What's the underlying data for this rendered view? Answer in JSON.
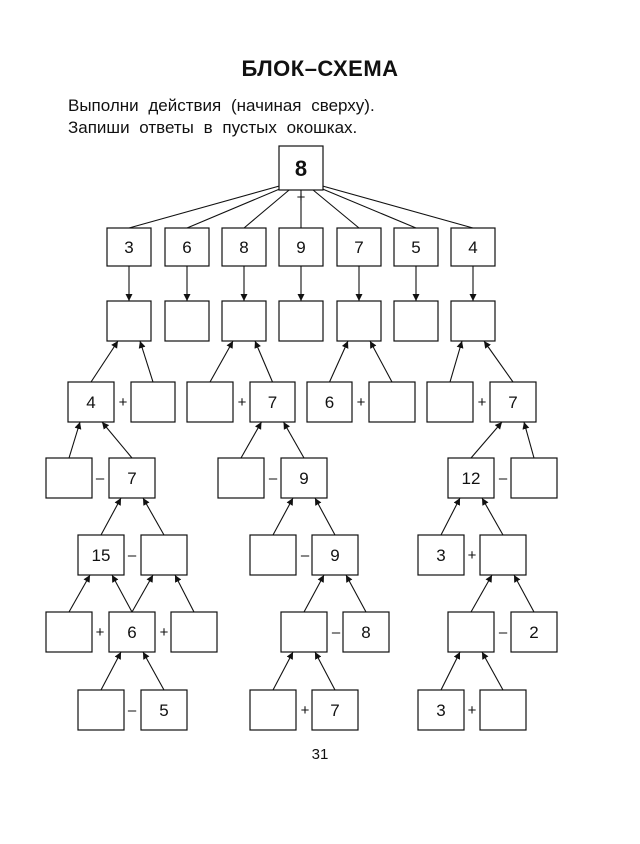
{
  "page": {
    "title": "БЛОК–СХЕМА",
    "instructions": [
      "Выполни действия (начиная сверху).",
      "Запиши ответы в пустых окошках."
    ],
    "page_number": "31"
  },
  "flowchart": {
    "boxes": [
      {
        "id": "top",
        "value": "8"
      },
      {
        "id": "r1c1",
        "value": "3"
      },
      {
        "id": "r1c2",
        "value": "6"
      },
      {
        "id": "r1c3",
        "value": "8"
      },
      {
        "id": "r1c4",
        "value": "9"
      },
      {
        "id": "r1c5",
        "value": "7"
      },
      {
        "id": "r1c6",
        "value": "5"
      },
      {
        "id": "r1c7",
        "value": "4"
      },
      {
        "id": "r2c1",
        "value": ""
      },
      {
        "id": "r2c2",
        "value": ""
      },
      {
        "id": "r2c3",
        "value": ""
      },
      {
        "id": "r2c4",
        "value": ""
      },
      {
        "id": "r2c5",
        "value": ""
      },
      {
        "id": "r2c6",
        "value": ""
      },
      {
        "id": "r2c7",
        "value": ""
      },
      {
        "id": "t1a",
        "value": "4"
      },
      {
        "id": "t1b",
        "value": ""
      },
      {
        "id": "t1c",
        "value": ""
      },
      {
        "id": "t1d",
        "value": "7"
      },
      {
        "id": "t1e",
        "value": "15"
      },
      {
        "id": "t1f",
        "value": ""
      },
      {
        "id": "t1g",
        "value": ""
      },
      {
        "id": "t1h",
        "value": "6"
      },
      {
        "id": "t1i",
        "value": ""
      },
      {
        "id": "t1j",
        "value": ""
      },
      {
        "id": "t1k",
        "value": "5"
      },
      {
        "id": "t2a",
        "value": ""
      },
      {
        "id": "t2b",
        "value": "7"
      },
      {
        "id": "t2c",
        "value": ""
      },
      {
        "id": "t2d",
        "value": "9"
      },
      {
        "id": "t2e",
        "value": ""
      },
      {
        "id": "t2f",
        "value": "9"
      },
      {
        "id": "t2g",
        "value": ""
      },
      {
        "id": "t2h",
        "value": "8"
      },
      {
        "id": "t2i",
        "value": ""
      },
      {
        "id": "t2j",
        "value": "7"
      },
      {
        "id": "t3a",
        "value": "6"
      },
      {
        "id": "t3b",
        "value": ""
      },
      {
        "id": "t4a",
        "value": ""
      },
      {
        "id": "t4b",
        "value": "7"
      },
      {
        "id": "t4c",
        "value": "12"
      },
      {
        "id": "t4d",
        "value": ""
      },
      {
        "id": "t4e",
        "value": "3"
      },
      {
        "id": "t4f",
        "value": ""
      },
      {
        "id": "t4g",
        "value": ""
      },
      {
        "id": "t4h",
        "value": "2"
      },
      {
        "id": "t4i",
        "value": "3"
      },
      {
        "id": "t4j",
        "value": ""
      }
    ],
    "operators": [
      {
        "id": "op-top",
        "symbol": "+"
      },
      {
        "id": "op-t1-1",
        "symbol": "+"
      },
      {
        "id": "op-t1-2",
        "symbol": "–"
      },
      {
        "id": "op-t1-3",
        "symbol": "–"
      },
      {
        "id": "op-t1-4",
        "symbol": "+"
      },
      {
        "id": "op-t1-5",
        "symbol": "+"
      },
      {
        "id": "op-t1-6",
        "symbol": "–"
      },
      {
        "id": "op-t2-1",
        "symbol": "+"
      },
      {
        "id": "op-t2-2",
        "symbol": "–"
      },
      {
        "id": "op-t2-3",
        "symbol": "–"
      },
      {
        "id": "op-t2-4",
        "symbol": "–"
      },
      {
        "id": "op-t2-5",
        "symbol": "+"
      },
      {
        "id": "op-t3-1",
        "symbol": "+"
      },
      {
        "id": "op-t4-1",
        "symbol": "+"
      },
      {
        "id": "op-t4-2",
        "symbol": "–"
      },
      {
        "id": "op-t4-3",
        "symbol": "+"
      },
      {
        "id": "op-t4-4",
        "symbol": "–"
      },
      {
        "id": "op-t4-5",
        "symbol": "+"
      }
    ]
  }
}
